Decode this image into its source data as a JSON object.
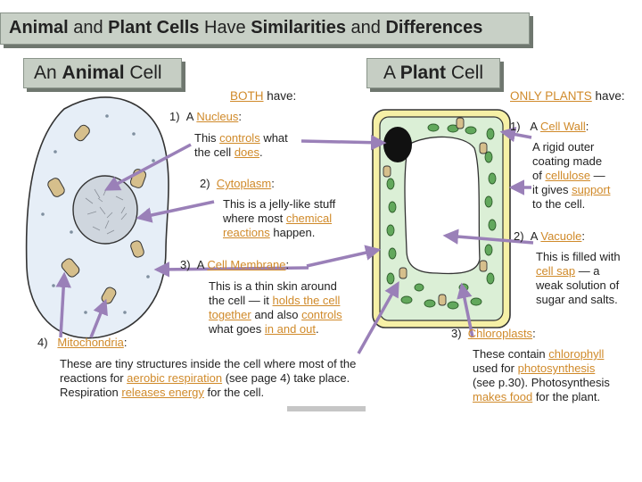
{
  "title": {
    "part1_bold": "Animal",
    "part2": " and ",
    "part3_bold": "Plant Cells",
    "part4": " Have ",
    "part5_bold": "Similarities",
    "part6": " and ",
    "part7_bold": "Differences"
  },
  "animal_heading": {
    "pre": "An ",
    "bold": "Animal",
    "post": " Cell"
  },
  "plant_heading": {
    "pre": "A ",
    "bold": "Plant",
    "post": " Cell"
  },
  "both_label": {
    "word": "BOTH",
    "rest": " have:"
  },
  "only_plants_label": {
    "word": "ONLY PLANTS",
    "rest": " have:"
  },
  "both_items": {
    "nucleus": {
      "num": "1)",
      "pre": "A ",
      "name": "Nucleus",
      "post": ":",
      "l1_pre": "This ",
      "l1_u": "controls",
      "l1_post": " what",
      "l2_pre": "the cell ",
      "l2_u": "does",
      "l2_post": "."
    },
    "cytoplasm": {
      "num": "2)",
      "name": "Cytoplasm",
      "post": ":",
      "l1": "This is a jelly-like stuff",
      "l2_pre": "where most ",
      "l2_u": "chemical",
      "l3_u": "reactions",
      "l3_post": " happen."
    },
    "membrane": {
      "num": "3)",
      "pre": "A ",
      "name": "Cell Membrane",
      "post": ":",
      "l1": "This is a thin skin around",
      "l2_pre": "the cell — it ",
      "l2_u": "holds the cell",
      "l3_u": "together",
      "l3_mid": " and also ",
      "l3_u2": "controls",
      "l4_pre": "what goes ",
      "l4_u": "in and out",
      "l4_post": "."
    },
    "mito": {
      "num": "4)",
      "name": "Mitochondria",
      "post": ":",
      "l1": "These are tiny structures inside the cell where most of the",
      "l2_pre": "reactions for ",
      "l2_u": "aerobic respiration",
      "l2_post": " (see page 4) take place.",
      "l3_pre": "Respiration ",
      "l3_u": "releases energy",
      "l3_post": " for the cell."
    }
  },
  "plant_items": {
    "wall": {
      "num": "1)",
      "pre": "A ",
      "name": "Cell Wall",
      "post": ":",
      "l1": "A rigid outer",
      "l2": "coating made",
      "l3_pre": "of ",
      "l3_u": "cellulose",
      "l3_post": " —",
      "l4_pre": "it gives ",
      "l4_u": "support",
      "l5": "to the cell."
    },
    "vacuole": {
      "num": "2)",
      "pre": "A ",
      "name": "Vacuole",
      "post": ":",
      "l1": "This is filled with",
      "l2_u": "cell sap",
      "l2_post": " — a",
      "l3": "weak solution of",
      "l4": "sugar and salts."
    },
    "chloro": {
      "num": "3)",
      "name": "Chloroplasts",
      "post": ":",
      "l1_pre": "These contain ",
      "l1_u": "chlorophyll",
      "l2_pre": "used for ",
      "l2_u": "photosynthesis",
      "l3": "(see p.30).  Photosynthesis",
      "l4_u": "makes food",
      "l4_post": " for the plant."
    }
  },
  "colors": {
    "accent_underline": "#d08a2a",
    "arrow": "#9a80b8",
    "animal_cytoplasm": "#e6eef7",
    "plant_wall": "#f6f0a6",
    "plant_cytoplasm": "#dbefd6",
    "chloroplast": "#62a85c",
    "nucleus_plant": "#111111"
  }
}
